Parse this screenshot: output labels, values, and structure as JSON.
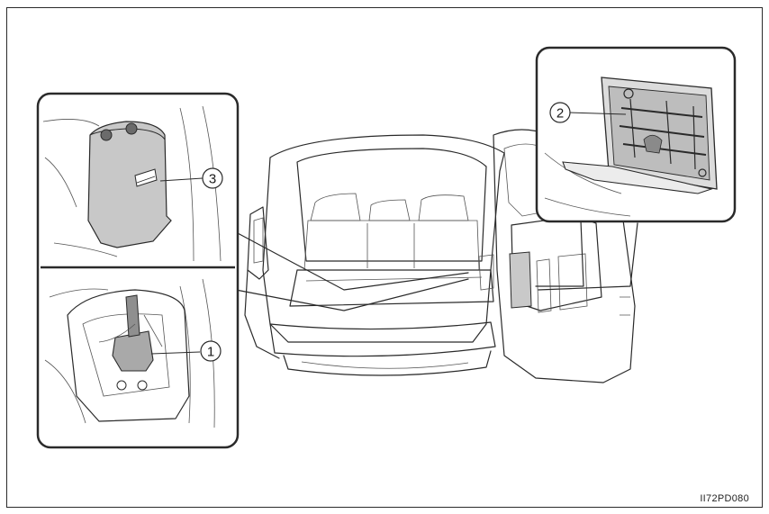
{
  "callouts": {
    "jack": "1",
    "tool_kit": "2",
    "cover": "3"
  },
  "figure_code": "II72PD080"
}
